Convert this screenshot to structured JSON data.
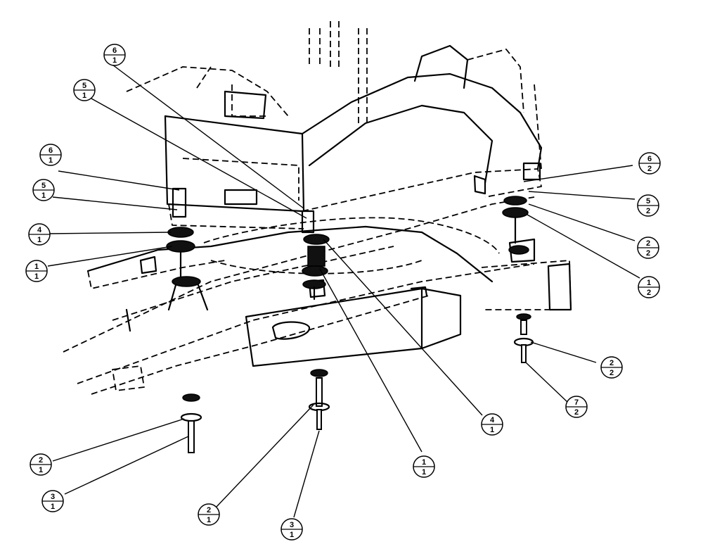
{
  "callouts": [
    {
      "item": "6",
      "qty": "1"
    },
    {
      "item": "5",
      "qty": "1"
    },
    {
      "item": "6",
      "qty": "1"
    },
    {
      "item": "5",
      "qty": "1"
    },
    {
      "item": "4",
      "qty": "1"
    },
    {
      "item": "1",
      "qty": "1"
    },
    {
      "item": "6",
      "qty": "2"
    },
    {
      "item": "5",
      "qty": "2"
    },
    {
      "item": "2",
      "qty": "2"
    },
    {
      "item": "1",
      "qty": "2"
    },
    {
      "item": "2",
      "qty": "2"
    },
    {
      "item": "7",
      "qty": "2"
    },
    {
      "item": "4",
      "qty": "1"
    },
    {
      "item": "1",
      "qty": "1"
    },
    {
      "item": "2",
      "qty": "1"
    },
    {
      "item": "3",
      "qty": "1"
    },
    {
      "item": "2",
      "qty": "1"
    },
    {
      "item": "3",
      "qty": "1"
    }
  ]
}
